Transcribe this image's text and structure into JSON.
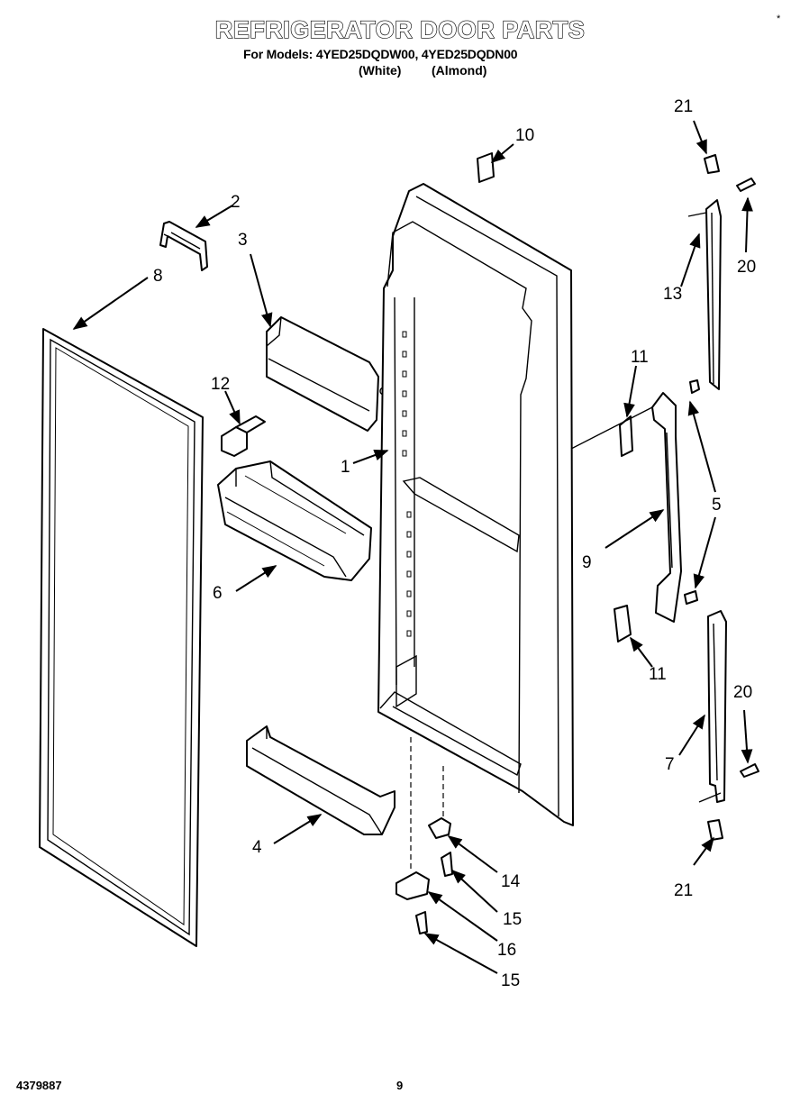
{
  "header": {
    "title": "REFRIGERATOR DOOR PARTS",
    "subtitle": "For Models: 4YED25DQDW00, 4YED25DQDN00",
    "variant_white": "(White)",
    "variant_almond": "(Almond)"
  },
  "callouts": {
    "c1": "1",
    "c2": "2",
    "c3": "3",
    "c4": "4",
    "c5": "5",
    "c6": "6",
    "c7": "7",
    "c8": "8",
    "c9": "9",
    "c10": "10",
    "c11a": "11",
    "c11b": "11",
    "c12": "12",
    "c13": "13",
    "c14": "14",
    "c15a": "15",
    "c15b": "15",
    "c16": "16",
    "c20a": "20",
    "c20b": "20",
    "c21a": "21",
    "c21b": "21"
  },
  "footer": {
    "doc_number": "4379887",
    "page_number": "9"
  }
}
